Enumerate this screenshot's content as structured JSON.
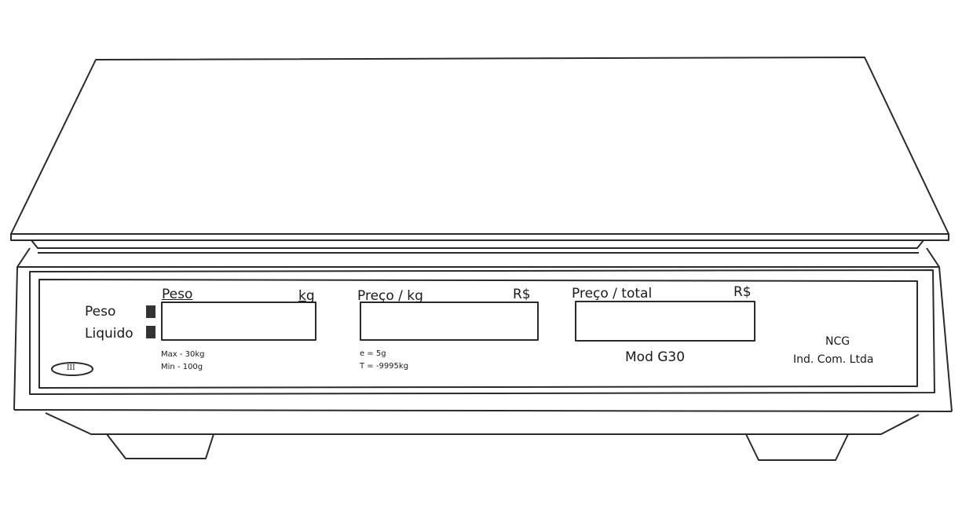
{
  "indicators": {
    "peso_label": "Peso",
    "liquido_label": "Liquido"
  },
  "displays": [
    {
      "title": "Peso",
      "unit": "kg"
    },
    {
      "title": "Preço / kg",
      "unit": "R$"
    },
    {
      "title": "Preço / total",
      "unit": "R$"
    }
  ],
  "specs": {
    "max": "Max - 30kg",
    "min": "Min - 100g",
    "e": "e = 5g",
    "t": "T = -9995kg"
  },
  "model": "Mod G30",
  "manufacturer": {
    "line1": "NCG",
    "line2": "Ind. Com. Ltda"
  },
  "logo_text": "III",
  "colors": {
    "ink": "#2a2a2a",
    "indicator_fill": "#333333",
    "background": "#ffffff"
  }
}
